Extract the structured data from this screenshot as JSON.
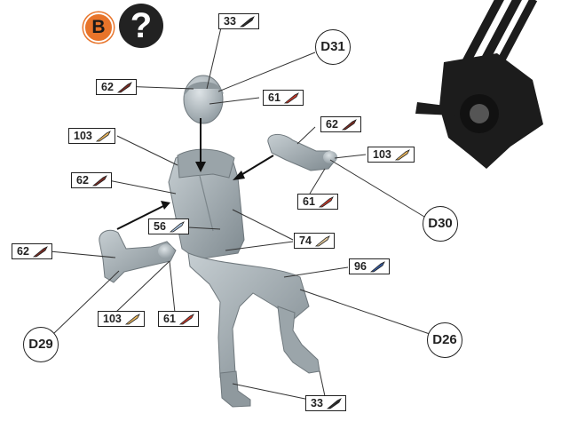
{
  "step": {
    "label": "B"
  },
  "help_icon": {
    "glyph": "?"
  },
  "paint_refs": [
    {
      "code": "33",
      "color": "#2b2b2b"
    },
    {
      "code": "62",
      "color": "#7a2b22"
    },
    {
      "code": "61",
      "color": "#c4392a"
    },
    {
      "code": "103",
      "color": "#e7b45c"
    },
    {
      "code": "62",
      "color": "#7a2b22"
    },
    {
      "code": "103",
      "color": "#e7b45c"
    },
    {
      "code": "62",
      "color": "#7a2b22"
    },
    {
      "code": "61",
      "color": "#c4392a"
    },
    {
      "code": "56",
      "color": "#a9c3e0"
    },
    {
      "code": "74",
      "color": "#e3c99a"
    },
    {
      "code": "62",
      "color": "#7a2b22"
    },
    {
      "code": "96",
      "color": "#35599b"
    },
    {
      "code": "103",
      "color": "#e7b45c"
    },
    {
      "code": "61",
      "color": "#c4392a"
    },
    {
      "code": "33",
      "color": "#2b2b2b"
    }
  ],
  "part_refs": [
    "D31",
    "D30",
    "D29",
    "D26"
  ]
}
